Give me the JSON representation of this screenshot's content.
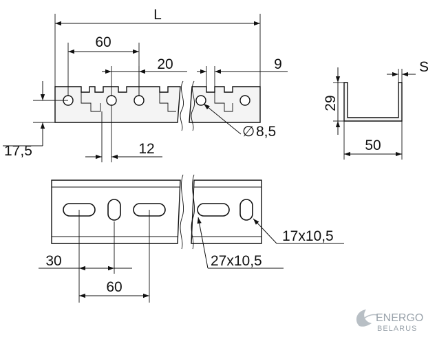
{
  "dimensions": {
    "length": "L",
    "hole_pitch_top": "60",
    "slot_width": "20",
    "slot_end_offset": "9",
    "hole_diameter": "8,5",
    "diameter_symbol": "∅",
    "edge_offset": "17,5",
    "slot_pitch": "12",
    "wall_thickness": "S",
    "profile_height": "29",
    "profile_width": "50",
    "oval_hole_a": "17x10,5",
    "oval_hole_b": "27x10,5",
    "bottom_offset": "30",
    "bottom_pitch": "60"
  },
  "watermark": {
    "line1": "ENERGO",
    "line2": "BELARUS"
  }
}
